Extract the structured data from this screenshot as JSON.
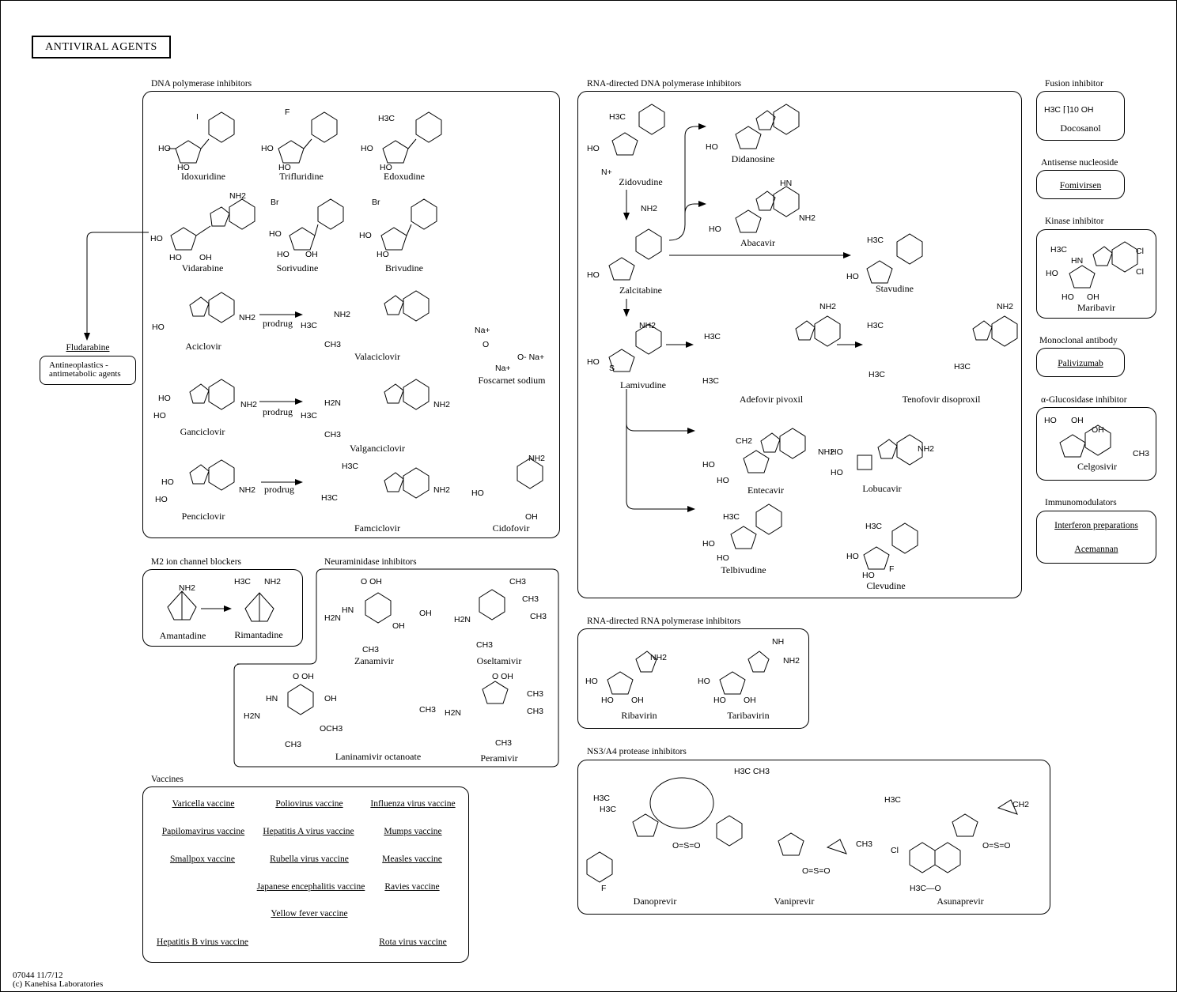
{
  "title": "ANTIVIRAL  AGENTS",
  "categories": {
    "dna_polymerase": "DNA polymerase inhibitors",
    "rna_directed_dna": "RNA-directed DNA polymerase inhibitors",
    "fusion": "Fusion inhibitor",
    "antisense": "Antisense nucleoside",
    "kinase": "Kinase inhibitor",
    "monoclonal": "Monoclonal antibody",
    "glucosidase": "α-Glucosidase inhibitor",
    "immunomodulators": "Immunomodulators",
    "m2": "M2 ion channel blockers",
    "neuraminidase": "Neuraminidase inhibitors",
    "rna_directed_rna": "RNA-directed RNA polymerase inhibitors",
    "ns3": "NS3/A4 protease inhibitors",
    "vaccines": "Vaccines"
  },
  "drugs": {
    "idoxuridine": "Idoxuridine",
    "trifluridine": "Trifluridine",
    "edoxudine": "Edoxudine",
    "vidarabine": "Vidarabine",
    "sorivudine": "Sorivudine",
    "brivudine": "Brivudine",
    "aciclovir": "Aciclovir",
    "valaciclovir": "Valaciclovir",
    "foscarnet": "Foscarnet sodium",
    "ganciclovir": "Ganciclovir",
    "valganciclovir": "Valganciclovir",
    "penciclovir": "Penciclovir",
    "famciclovir": "Famciclovir",
    "cidofovir": "Cidofovir",
    "zidovudine": "Zidovudine",
    "didanosine": "Didanosine",
    "abacavir": "Abacavir",
    "zalcitabine": "Zalcitabine",
    "stavudine": "Stavudine",
    "lamivudine": "Lamivudine",
    "adefovir": "Adefovir pivoxil",
    "tenofovir": "Tenofovir disoproxil",
    "entecavir": "Entecavir",
    "lobucavir": "Lobucavir",
    "telbivudine": "Telbivudine",
    "clevudine": "Clevudine",
    "docosanol": "Docosanol",
    "maribavir": "Maribavir",
    "celgosivir": "Celgosivir",
    "amantadine": "Amantadine",
    "rimantadine": "Rimantadine",
    "zanamivir": "Zanamivir",
    "oseltamivir": "Oseltamivir",
    "laninamivir": "Laninamivir octanoate",
    "peramivir": "Peramivir",
    "ribavirin": "Ribavirin",
    "taribavirin": "Taribavirin",
    "danoprevir": "Danoprevir",
    "vaniprevir": "Vaniprevir",
    "asunaprevir": "Asunaprevir"
  },
  "links": {
    "fomivirsen": "Fomivirsen",
    "palivizumab": "Palivizumab",
    "interferon": "Interferon preparations",
    "acemannan": "Acemannan",
    "fludarabine": "Fludarabine"
  },
  "antineoplastics": "Antineoplastics -\nantimetabolic agents",
  "prodrug": "prodrug",
  "vaccines": [
    "Varicella vaccine",
    "Poliovirus vaccine",
    "Influenza virus vaccine",
    "Papilomavirus vaccine",
    "Hepatitis A virus vaccine",
    "Mumps vaccine",
    "Smallpox vaccine",
    "Rubella virus vaccine",
    "Measles vaccine",
    "Japanese encephalitis vaccine",
    "Ravies vaccine",
    "Yellow fever vaccine",
    "Hepatitis B virus vaccine",
    "Rota virus vaccine"
  ],
  "footer": {
    "id": "07044 11/7/12",
    "copyright": "(c) Kanehisa Laboratories"
  }
}
